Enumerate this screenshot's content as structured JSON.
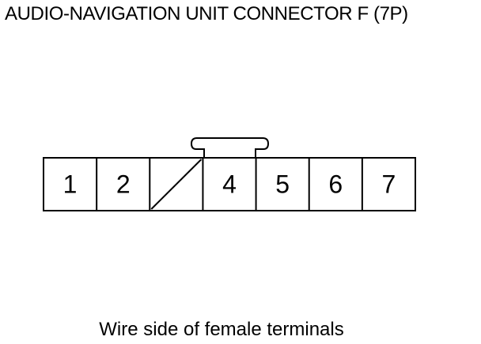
{
  "title": "AUDIO-NAVIGATION UNIT CONNECTOR F (7P)",
  "caption": "Wire side of female terminals",
  "connector": {
    "pins": [
      {
        "label": "1",
        "empty": false
      },
      {
        "label": "2",
        "empty": false
      },
      {
        "label": "",
        "empty": true
      },
      {
        "label": "4",
        "empty": false
      },
      {
        "label": "5",
        "empty": false
      },
      {
        "label": "6",
        "empty": false
      },
      {
        "label": "7",
        "empty": false
      }
    ]
  },
  "colors": {
    "line": "#000000",
    "background": "#ffffff"
  }
}
